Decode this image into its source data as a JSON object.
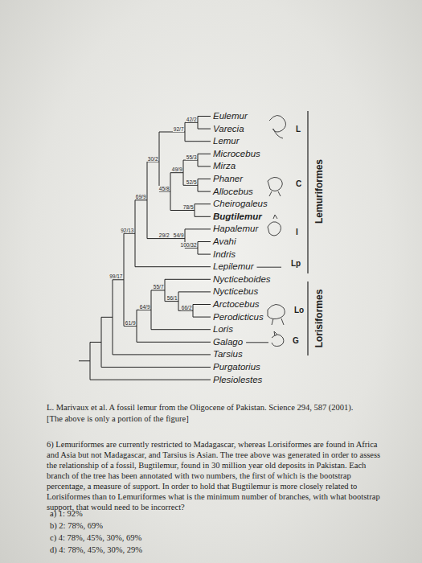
{
  "diagram": {
    "caption": "L. Marivaux et al. A fossil lemur from the Oligocene of Pakistan. Science 294, 587 (2001).",
    "labels": [
      "Eulemur",
      "Varecia",
      "Lemur",
      "Microcebus",
      "Mirza",
      "Phaner",
      "Allocebus",
      "Cheirogaleus",
      "Bugtilemur",
      "Hapalemur",
      "Avahi",
      "Indris",
      "Lepilemur",
      "Nycticeboides",
      "Nycticebus",
      "Arctocebus",
      "Perodicticus",
      "Loris",
      "Galago",
      "Tarsius",
      "Purgatorius",
      "Plesiolestes",
      "42/2",
      "92/7",
      "30/2",
      "55/3",
      "49/9",
      "52/5",
      "45/8",
      "78/5",
      "69/9",
      "54/9",
      "29/2",
      "100/32",
      "92/13",
      "55/7",
      "64/9",
      "56/1",
      "66/2",
      "99/17",
      "61/9",
      "L",
      "C",
      "I",
      "Lp",
      "Lo",
      "G",
      "Lemuriformes",
      "Lorisiformes",
      "[The above is only a portion of the figure]",
      "6) Lemuriformes are currently restricted to Madagascar, whereas Lorisiformes are found in Africa and Asia but not Madagascar, and Tarsius is Asian. The tree above was generated in order to assess the relationship of a fossil, Bugtilemur, found in 30 million year old deposits in Pakistan. Each branch of the tree has been annotated with two numbers, the first of which is the bootstrap percentage, a measure of support. In order to hold that Bugtilemur is more closely related to Lorisiformes than to Lemuriformes what is the minimum number of branches, with what bootstrap support, that would need to be incorrect?",
      "a)   1: 92%",
      "b)   2: 78%, 69%",
      "c)   4: 78%, 45%, 30%, 69%",
      "d)   4: 78%, 45%, 30%, 29%"
    ]
  }
}
